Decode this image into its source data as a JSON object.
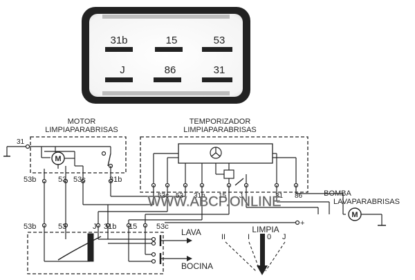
{
  "relay": {
    "terminals_top": [
      "31b",
      "15",
      "53"
    ],
    "terminals_bottom": [
      "J",
      "86",
      "31"
    ]
  },
  "motor": {
    "title_line1": "MOTOR",
    "title_line2": "LIMPIAPARABRISAS",
    "symbol": "M",
    "ground_label": "31",
    "terminals": [
      "53b",
      "53",
      "53c",
      "31b"
    ]
  },
  "timer": {
    "title_line1": "TEMPORIZADOR",
    "title_line2": "LIMPIAPARABRISAS",
    "terminals": [
      "53c",
      "53",
      "31b",
      "15",
      "J",
      "31",
      "86"
    ]
  },
  "pump": {
    "title_line1": "BOMBA",
    "title_line2": "LAVAPARABRISAS",
    "symbol": "M",
    "plus": "+"
  },
  "switch": {
    "terminals": [
      "53b",
      "53",
      "J",
      "31b",
      "15",
      "53c"
    ],
    "lava_label": "LAVA",
    "bocina_label": "BOCINA",
    "limpia_label": "LIMPIA",
    "positions": [
      "II",
      "I",
      "0",
      "J"
    ]
  },
  "watermark": "WWW.ABCP.ONLINE"
}
